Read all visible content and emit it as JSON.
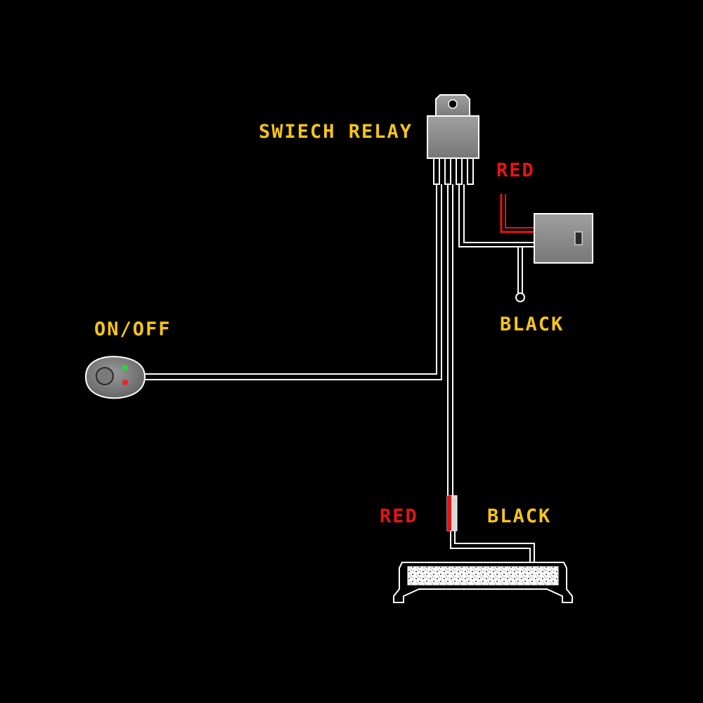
{
  "colors": {
    "background": "#000000",
    "label_yellow": "#f5c518",
    "label_red": "#e81414",
    "wire_white": "#ffffff",
    "wire_red": "#e81414",
    "component_gray": "#8c8c8c",
    "led_green": "#22dd33",
    "led_red": "#ee2222"
  },
  "labels": {
    "relay": "SWIECH RELAY",
    "red_top": "RED",
    "on_off": "ON/OFF",
    "black_top": "BLACK",
    "red_bottom": "RED",
    "black_bottom": "BLACK"
  },
  "components": {
    "relay": {
      "icon": "relay-icon"
    },
    "fuse": {
      "icon": "fuse-holder-icon"
    },
    "switch": {
      "icon": "rocker-switch-icon",
      "leds": [
        "green",
        "red"
      ]
    },
    "light_bar": {
      "icon": "led-light-bar-icon"
    }
  }
}
